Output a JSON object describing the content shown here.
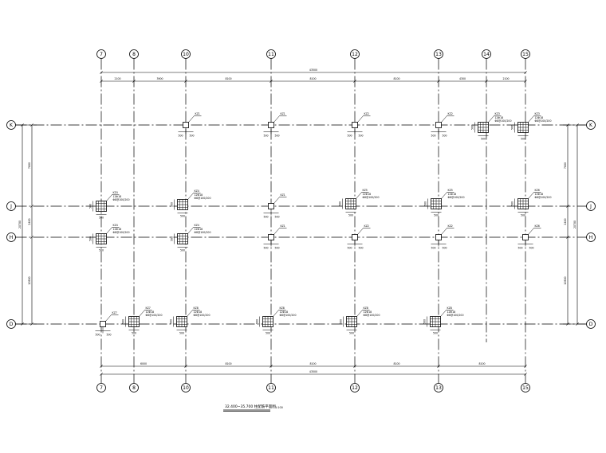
{
  "drawing": {
    "title": "32.400~35.700 柱配筋平面图",
    "scale": "1:100"
  },
  "axes": {
    "vertical": [
      "7",
      "8",
      "10",
      "11",
      "12",
      "13",
      "14",
      "15"
    ],
    "horizontal": [
      "K",
      "J",
      "H",
      "D"
    ]
  },
  "dimensions": {
    "top_total": "43500",
    "top_segments": [
      "2100",
      "3900",
      "8100",
      "8100",
      "8100",
      "4300",
      "2100"
    ],
    "bottom_total": "43500",
    "bottom_segments": [
      "6000",
      "8100",
      "8100",
      "8100",
      "8100"
    ],
    "left_total": "20700",
    "left_segments": [
      "7800",
      "2400",
      "10500"
    ],
    "right_total": "20700",
    "right_segments": [
      "7800",
      "2400",
      "10500"
    ]
  },
  "columns": {
    "marks": [
      "KZ1",
      "KZ2",
      "KZ3",
      "KZ4",
      "KZ5",
      "KZ6",
      "KZ7",
      "KZ8"
    ],
    "size_label": "500",
    "rebar_note": "12Φ18",
    "stirrup_note": "Φ8@100/200"
  }
}
